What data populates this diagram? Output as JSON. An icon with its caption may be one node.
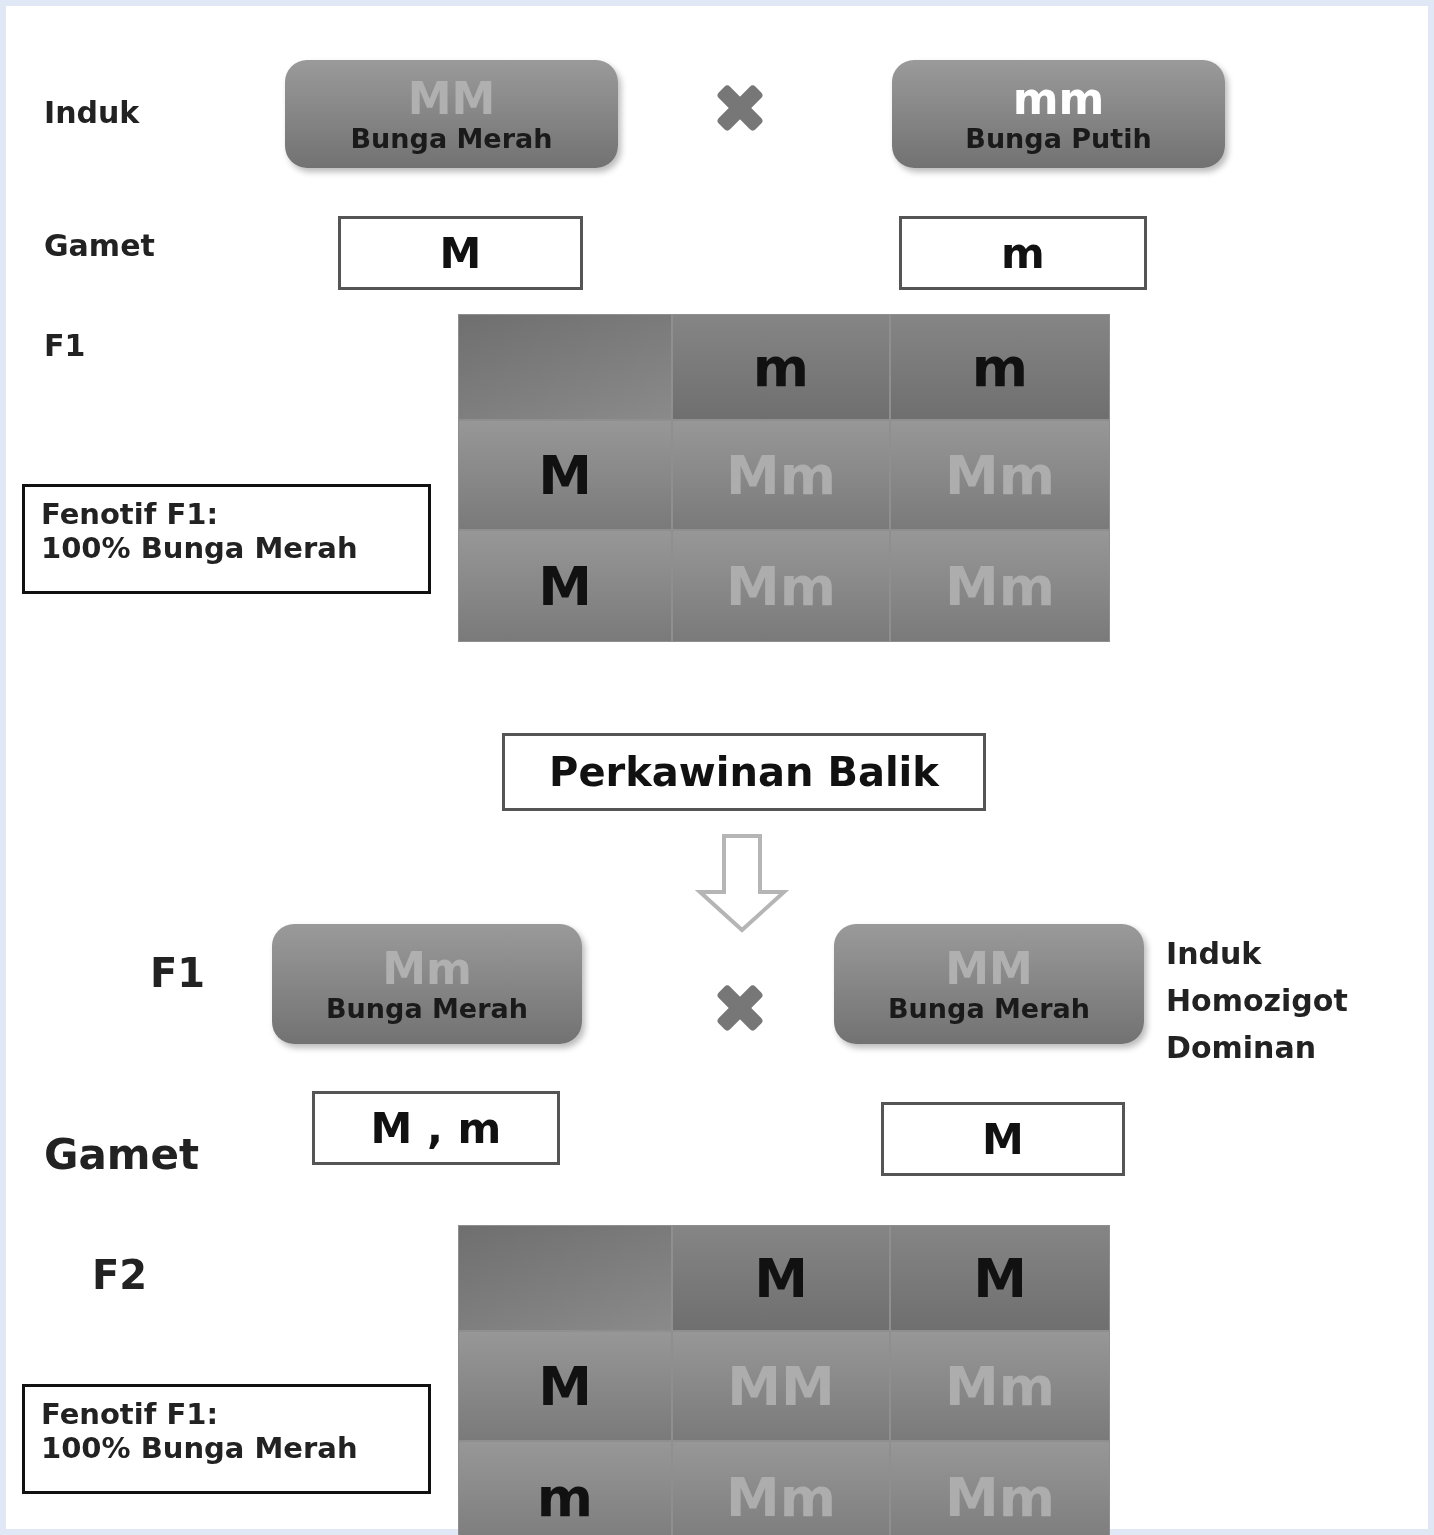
{
  "diagram": {
    "nodes": [
      {
        "text": [
          "MM",
          "Bunga Merah"
        ]
      },
      {
        "text": [
          "mm",
          "Bunga Putih"
        ]
      },
      {
        "text": [
          "M"
        ]
      },
      {
        "text": [
          "m"
        ]
      },
      {
        "text": [
          "Fenotif F1:",
          "100% Bunga Merah"
        ]
      },
      {
        "text": [
          "Perkawinan Balik"
        ]
      },
      {
        "text": [
          "Mm",
          "Bunga Merah"
        ]
      },
      {
        "text": [
          "MM",
          "Bunga Merah"
        ],
        "beside": [
          "Induk Homozigot Dominan"
        ]
      },
      {
        "text": [
          "M , m"
        ]
      },
      {
        "text": [
          "M"
        ]
      },
      {
        "text": [
          "Fenotif F1:",
          "100% Bunga Merah"
        ]
      }
    ],
    "labels": [
      "Induk",
      "Gamet",
      "F1",
      "m",
      "m",
      "M",
      "Mm",
      "Mm",
      "M",
      "Mm",
      "Mm",
      "F1",
      "Gamet",
      "F2",
      "M",
      "M",
      "M",
      "MM",
      "Mm",
      "m",
      "Mm",
      "Mm"
    ]
  }
}
